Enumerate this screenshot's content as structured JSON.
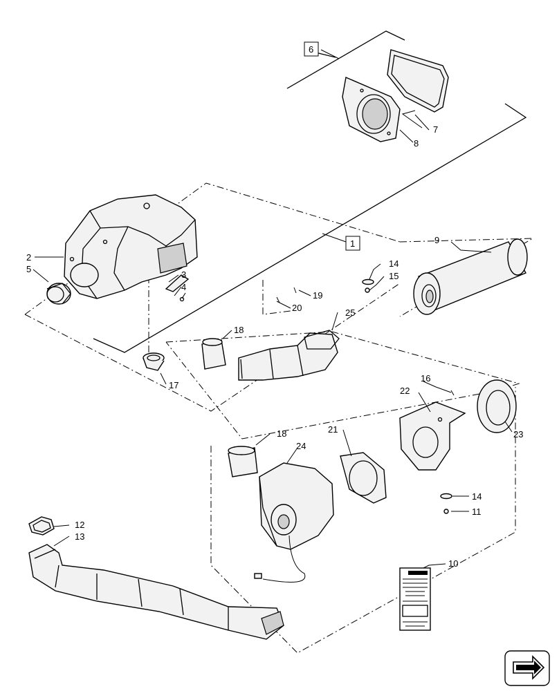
{
  "callouts": {
    "c1": "1",
    "c2": "2",
    "c3": "3",
    "c4": "4",
    "c5": "5",
    "c6": "6",
    "c7": "7",
    "c8": "8",
    "c9": "9",
    "c10": "10",
    "c11": "11",
    "c12": "12",
    "c13": "13",
    "c14a": "14",
    "c14b": "14",
    "c15": "15",
    "c16": "16",
    "c17": "17",
    "c18a": "18",
    "c18b": "18",
    "c19": "19",
    "c20": "20",
    "c21": "21",
    "c22": "22",
    "c23": "23",
    "c24": "24",
    "c25": "25"
  },
  "icons": {
    "nav": "next-page-arrow-icon"
  }
}
